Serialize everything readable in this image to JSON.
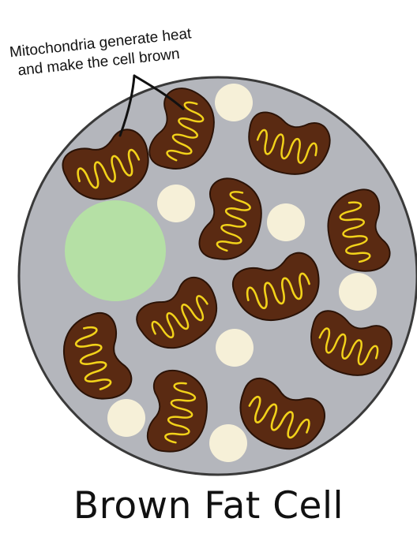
{
  "annotation": {
    "line1": "Mitochondria generate heat",
    "line2": "and make the cell brown"
  },
  "title": "Brown Fat Cell",
  "colors": {
    "cytoplasm": "#b4b6bc",
    "membrane": "#3a3a3a",
    "nucleus": "#b5e0a5",
    "fat_droplet": "#f6f0d8",
    "mitochondria": "#5a2a12",
    "cristae": "#f2d21a"
  },
  "structures": [
    "cell-membrane",
    "nucleus",
    "fat-droplet",
    "mitochondrion"
  ]
}
